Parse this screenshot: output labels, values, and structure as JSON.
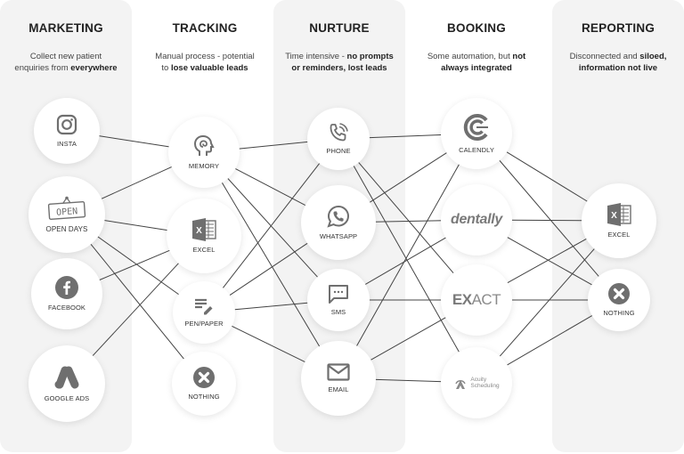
{
  "columns": [
    {
      "id": "marketing",
      "title": "MARKETING",
      "desc_plain": "Collect new patient enquiries from ",
      "desc_bold": "everywhere",
      "desc_line1": "Collect new patient",
      "desc_line2_plain": "enquiries from ",
      "desc_line2_bold": "everywhere"
    },
    {
      "id": "tracking",
      "title": "TRACKING",
      "desc_line1": "Manual process - potential",
      "desc_line2_plain": "to ",
      "desc_line2_bold": "lose valuable leads"
    },
    {
      "id": "nurture",
      "title": "NURTURE",
      "desc_line1_plain": "Time intensive - ",
      "desc_line1_bold": "no prompts",
      "desc_line2_bold": "or reminders, lost leads"
    },
    {
      "id": "booking",
      "title": "BOOKING",
      "desc_line1_plain": "Some automation, but ",
      "desc_line1_bold": "not",
      "desc_line2_bold": "always integrated"
    },
    {
      "id": "reporting",
      "title": "REPORTING",
      "desc_line1_plain": "Disconnected and ",
      "desc_line1_bold": "siloed,",
      "desc_line2_bold": "information not live"
    }
  ],
  "nodes": {
    "insta": {
      "label": "INSTA",
      "icon": "instagram-icon"
    },
    "opendays": {
      "label": "OPEN DAYS",
      "icon": "open-sign-icon",
      "sign_text": "OPEN"
    },
    "facebook": {
      "label": "FACEBOOK",
      "icon": "facebook-icon"
    },
    "googleads": {
      "label": "GOOGLE ADS",
      "icon": "google-ads-icon"
    },
    "memory": {
      "label": "MEMORY",
      "icon": "brain-head-icon"
    },
    "excel_t": {
      "label": "EXCEL",
      "icon": "excel-icon"
    },
    "penpaper": {
      "label": "PEN/PAPER",
      "icon": "pen-paper-icon"
    },
    "nothing_t": {
      "label": "NOTHING",
      "icon": "x-circle-icon"
    },
    "phone": {
      "label": "PHONE",
      "icon": "phone-icon"
    },
    "whatsapp": {
      "label": "WHATSAPP",
      "icon": "whatsapp-icon"
    },
    "sms": {
      "label": "SMS",
      "icon": "chat-bubble-icon"
    },
    "email": {
      "label": "EMAIL",
      "icon": "envelope-icon"
    },
    "calendly": {
      "label": "CALENDLY",
      "icon": "calendly-logo-icon"
    },
    "dentally": {
      "label": "",
      "logo_text": "dentally"
    },
    "exact": {
      "label": "",
      "logo_bold": "EX",
      "logo_rest": "ACT"
    },
    "acuity": {
      "label": "",
      "logo_line1": "Acuity",
      "logo_line2": "Scheduling"
    },
    "excel_r": {
      "label": "EXCEL",
      "icon": "excel-icon"
    },
    "nothing_r": {
      "label": "NOTHING",
      "icon": "x-circle-icon"
    }
  },
  "connections": [
    [
      "insta",
      "memory"
    ],
    [
      "opendays",
      "memory"
    ],
    [
      "opendays",
      "excel_t"
    ],
    [
      "opendays",
      "penpaper"
    ],
    [
      "opendays",
      "nothing_t"
    ],
    [
      "facebook",
      "excel_t"
    ],
    [
      "googleads",
      "excel_t"
    ],
    [
      "memory",
      "phone"
    ],
    [
      "memory",
      "whatsapp"
    ],
    [
      "memory",
      "sms"
    ],
    [
      "memory",
      "email"
    ],
    [
      "penpaper",
      "phone"
    ],
    [
      "penpaper",
      "whatsapp"
    ],
    [
      "penpaper",
      "sms"
    ],
    [
      "penpaper",
      "email"
    ],
    [
      "phone",
      "calendly"
    ],
    [
      "phone",
      "exact"
    ],
    [
      "phone",
      "acuity"
    ],
    [
      "whatsapp",
      "calendly"
    ],
    [
      "whatsapp",
      "dentally"
    ],
    [
      "sms",
      "dentally"
    ],
    [
      "sms",
      "exact"
    ],
    [
      "email",
      "calendly"
    ],
    [
      "email",
      "exact"
    ],
    [
      "email",
      "acuity"
    ],
    [
      "calendly",
      "excel_r"
    ],
    [
      "calendly",
      "nothing_r"
    ],
    [
      "dentally",
      "excel_r"
    ],
    [
      "dentally",
      "nothing_r"
    ],
    [
      "exact",
      "excel_r"
    ],
    [
      "exact",
      "nothing_r"
    ],
    [
      "acuity",
      "excel_r"
    ],
    [
      "acuity",
      "nothing_r"
    ]
  ],
  "colors": {
    "panel": "#f3f3f3",
    "icon": "#6f6f6f",
    "line": "#444444",
    "text": "#222222"
  }
}
